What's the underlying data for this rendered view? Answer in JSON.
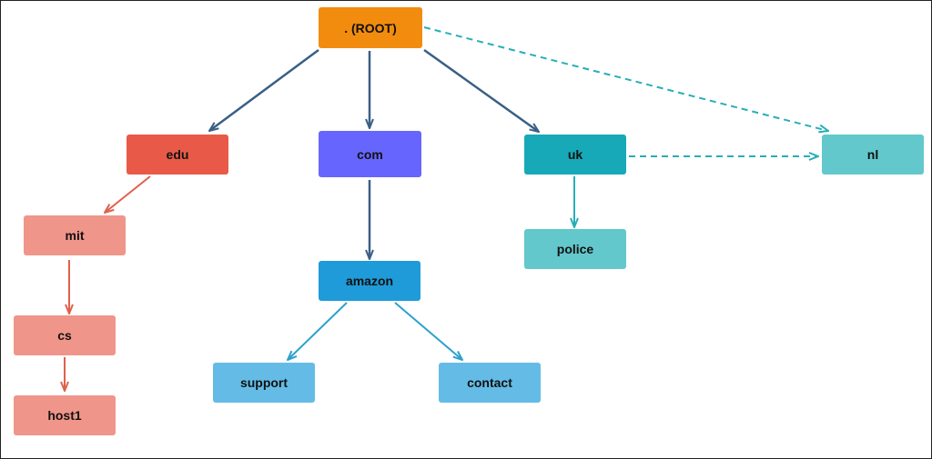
{
  "nodes": {
    "root": {
      "label": ". (ROOT)",
      "color": "#F28C0F"
    },
    "edu": {
      "label": "edu",
      "color": "#E85A47"
    },
    "com": {
      "label": "com",
      "color": "#6666FF"
    },
    "uk": {
      "label": "uk",
      "color": "#17A9B8"
    },
    "nl": {
      "label": "nl",
      "color": "#62C8CC"
    },
    "mit": {
      "label": "mit",
      "color": "#F0958A"
    },
    "cs": {
      "label": "cs",
      "color": "#F0958A"
    },
    "host1": {
      "label": "host1",
      "color": "#F0958A"
    },
    "amazon": {
      "label": "amazon",
      "color": "#1E9BD8"
    },
    "support": {
      "label": "support",
      "color": "#64BCE6"
    },
    "contact": {
      "label": "contact",
      "color": "#64BCE6"
    },
    "police": {
      "label": "police",
      "color": "#62C8CC"
    }
  },
  "edge_colors": {
    "navy": "#3A5F86",
    "red": "#E0604C",
    "blue": "#2BA2CC",
    "teal": "#27AEB8"
  }
}
